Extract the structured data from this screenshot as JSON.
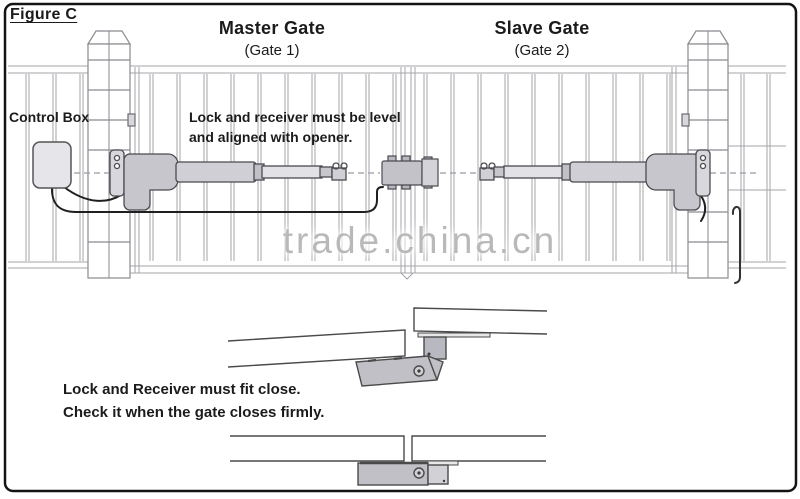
{
  "figure": {
    "title": "Figure C"
  },
  "gates": {
    "master": {
      "title": "Master Gate",
      "subtitle": "(Gate 1)"
    },
    "slave": {
      "title": "Slave Gate",
      "subtitle": "(Gate 2)"
    }
  },
  "annotations": {
    "control_box": "Control Box",
    "level_note": {
      "line1": "Lock and receiver must be level",
      "line2": "and aligned with opener."
    },
    "fit_note": {
      "line1": "Lock and Receiver must fit close.",
      "line2": "Check it when the gate closes firmly."
    }
  },
  "watermark": {
    "text": "trade.china.cn",
    "color": "#b9b9b9"
  },
  "diagram": {
    "components": [
      "control-box",
      "master-gate-opener-arm",
      "slave-gate-opener-arm",
      "electric-lock",
      "receiver",
      "antenna-wire",
      "left-pillar",
      "right-pillar",
      "closeup-gate-open",
      "closeup-gate-closed"
    ],
    "colors": {
      "outline": "#4a4a50",
      "metal": "#c6c6cc",
      "metal_light": "#e2e2e6",
      "fence": "#a4a4aa",
      "cable": "#1f1f1f",
      "frame_border": "#141414"
    }
  }
}
